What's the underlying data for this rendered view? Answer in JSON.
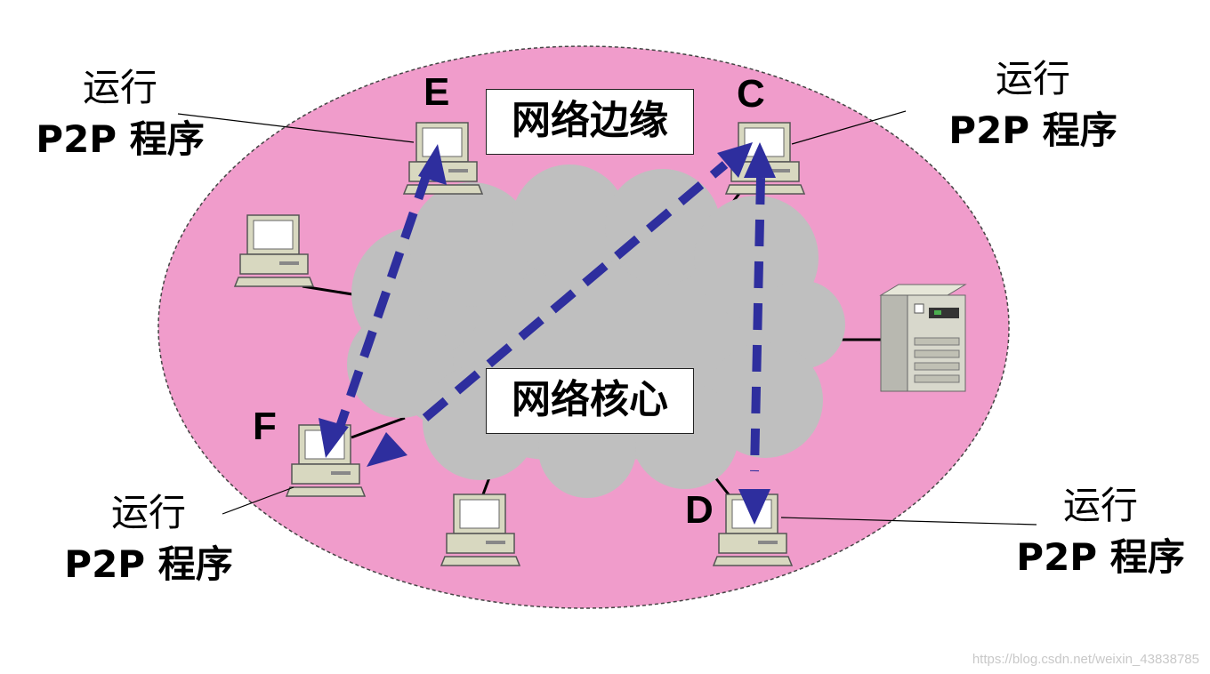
{
  "colors": {
    "edge_region": "#f09ccb",
    "core_cloud": "#bfbfbf",
    "arrow": "#2e2e9e",
    "pc_body": "#dcdcc4"
  },
  "regions": {
    "edge_label": "网络边缘",
    "core_label": "网络核心"
  },
  "hosts": {
    "E": "E",
    "C": "C",
    "F": "F",
    "D": "D"
  },
  "captions": {
    "line1": "运行",
    "line2": "P2P 程序"
  },
  "icons": [
    "desktop-computer-icon",
    "server-tower-icon",
    "cloud-shape"
  ],
  "watermark": "https://blog.csdn.net/weixin_43838785"
}
